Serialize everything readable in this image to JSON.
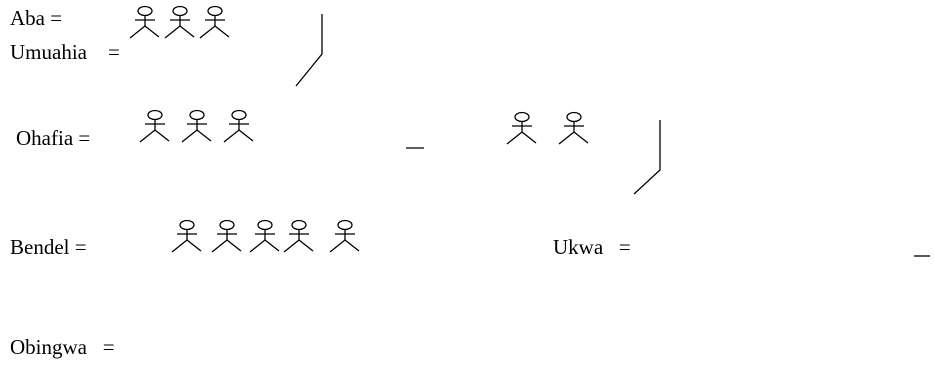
{
  "rows": [
    {
      "label": "Aba =",
      "figures": 3
    },
    {
      "label": "Umuahia    =",
      "figures": 0
    },
    {
      "label": "Ohafia =",
      "figures": 3
    },
    {
      "label": "Bendel =",
      "figures": 5
    },
    {
      "label": "Ukwa   =",
      "figures": 0
    },
    {
      "label": "Obingwa   =",
      "figures": 0
    }
  ],
  "loose_figures": 2,
  "figure_icon": "stick-figure-icon"
}
